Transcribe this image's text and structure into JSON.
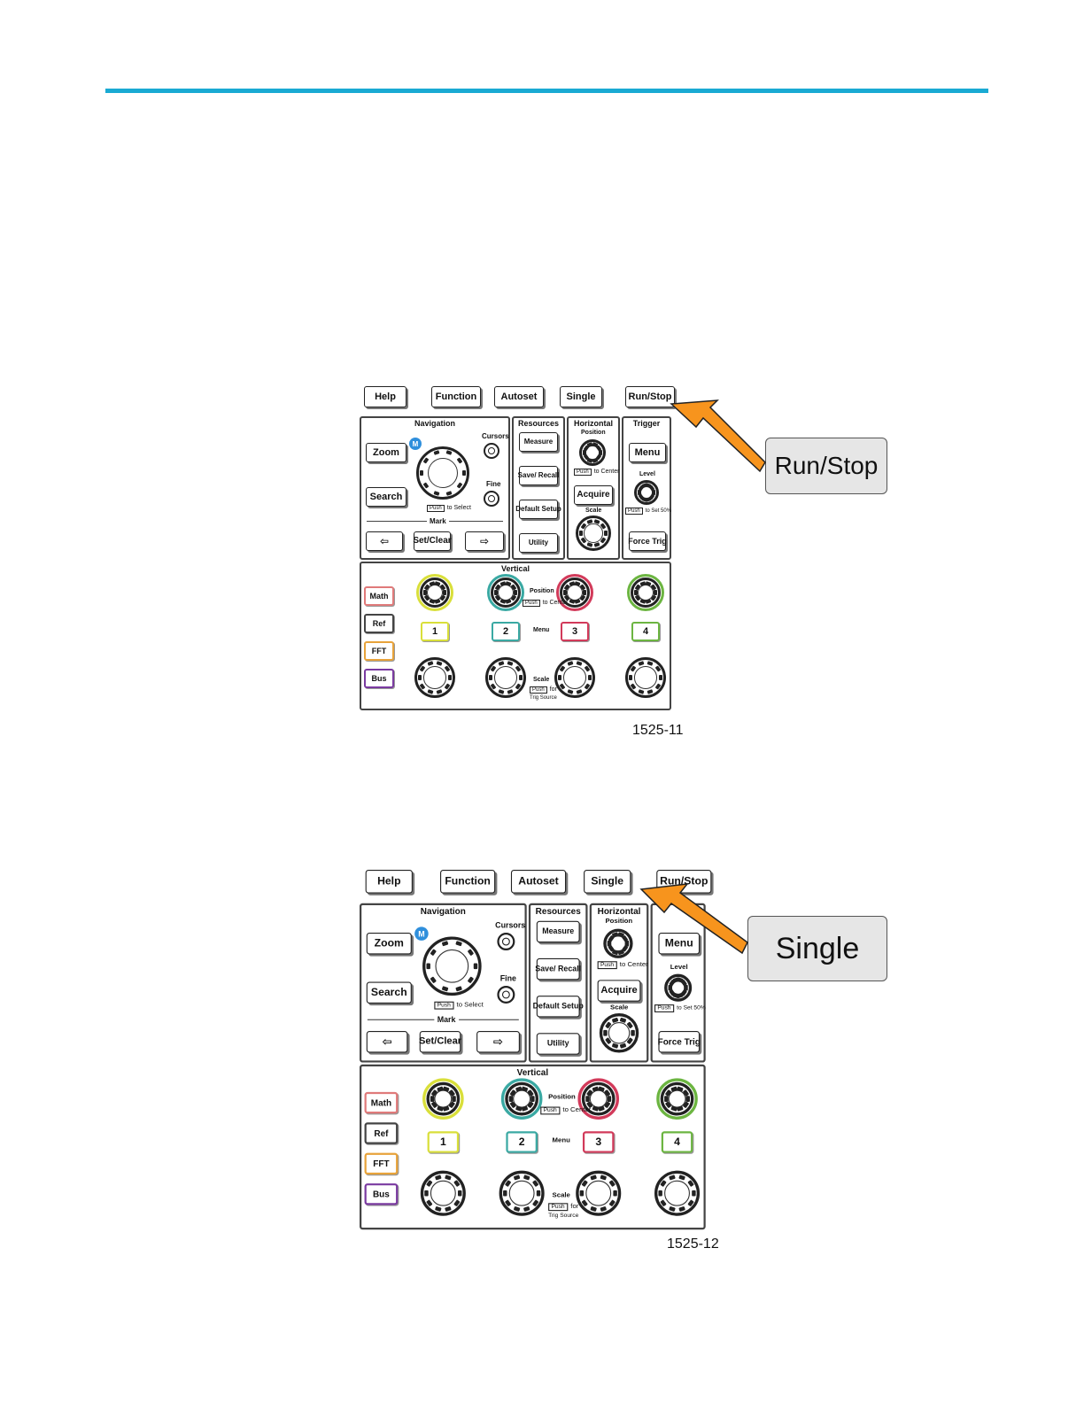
{
  "figures": [
    {
      "top_buttons": [
        "Help",
        "Function",
        "Autoset",
        "Single",
        "Run/Stop"
      ],
      "sections": {
        "navigation": "Navigation",
        "resources": "Resources",
        "horizontal": "Horizontal",
        "trigger": "Trigger",
        "vertical": "Vertical"
      },
      "navigation": {
        "zoom": "Zoom",
        "search": "Search",
        "m_badge": "M",
        "cursors": "Cursors",
        "fine": "Fine",
        "push_to_select": "to Select",
        "push": "Push",
        "mark": "Mark",
        "prev": "⇦",
        "set_clear": "Set/Clear",
        "next": "⇨"
      },
      "resources": [
        "Measure",
        "Save/ Recall",
        "Default Setup",
        "Utility"
      ],
      "horizontal": {
        "position": "Position",
        "push": "Push",
        "to_center": "to Center",
        "acquire": "Acquire",
        "scale": "Scale"
      },
      "trigger": {
        "menu": "Menu",
        "level": "Level",
        "push": "Push",
        "set50": "to Set 50%",
        "force": "Force Trig"
      },
      "vertical": {
        "side_buttons": [
          "Math",
          "Ref",
          "FFT",
          "Bus"
        ],
        "channels": [
          "1",
          "2",
          "3",
          "4"
        ],
        "position": "Position",
        "push": "Push",
        "to_center": "to Center",
        "menu": "Menu",
        "scale": "Scale",
        "for": "for",
        "trig_source": "Trig Source"
      },
      "callout": "Run/Stop",
      "figure_number": "1525-11"
    },
    {
      "top_buttons": [
        "Help",
        "Function",
        "Autoset",
        "Single",
        "Run/Stop"
      ],
      "sections": {
        "navigation": "Navigation",
        "resources": "Resources",
        "horizontal": "Horizontal",
        "trigger": "",
        "vertical": "Vertical"
      },
      "navigation": {
        "zoom": "Zoom",
        "search": "Search",
        "m_badge": "M",
        "cursors": "Cursors",
        "fine": "Fine",
        "push_to_select": "to Select",
        "push": "Push",
        "mark": "Mark",
        "prev": "⇦",
        "set_clear": "Set/Clear",
        "next": "⇨"
      },
      "resources": [
        "Measure",
        "Save/ Recall",
        "Default Setup",
        "Utility"
      ],
      "horizontal": {
        "position": "Position",
        "push": "Push",
        "to_center": "to Center",
        "acquire": "Acquire",
        "scale": "Scale"
      },
      "trigger": {
        "menu": "Menu",
        "level": "Level",
        "push": "Push",
        "set50": "to Set 50%",
        "force": "Force Trig"
      },
      "vertical": {
        "side_buttons": [
          "Math",
          "Ref",
          "FFT",
          "Bus"
        ],
        "channels": [
          "1",
          "2",
          "3",
          "4"
        ],
        "position": "Position",
        "push": "Push",
        "to_center": "to Center",
        "menu": "Menu",
        "scale": "Scale",
        "for": "for",
        "trig_source": "Trig Source"
      },
      "callout": "Single",
      "figure_number": "1525-12"
    }
  ],
  "colors": {
    "rule": "#1aaad3",
    "arrow": "#f7941d",
    "channel1": "#d9df3a",
    "channel2": "#3aa9a3",
    "channel3": "#d23a5a",
    "channel4": "#6cb541",
    "math": "#e07a7a",
    "fft": "#e8a33a",
    "bus": "#7a3aa0"
  }
}
